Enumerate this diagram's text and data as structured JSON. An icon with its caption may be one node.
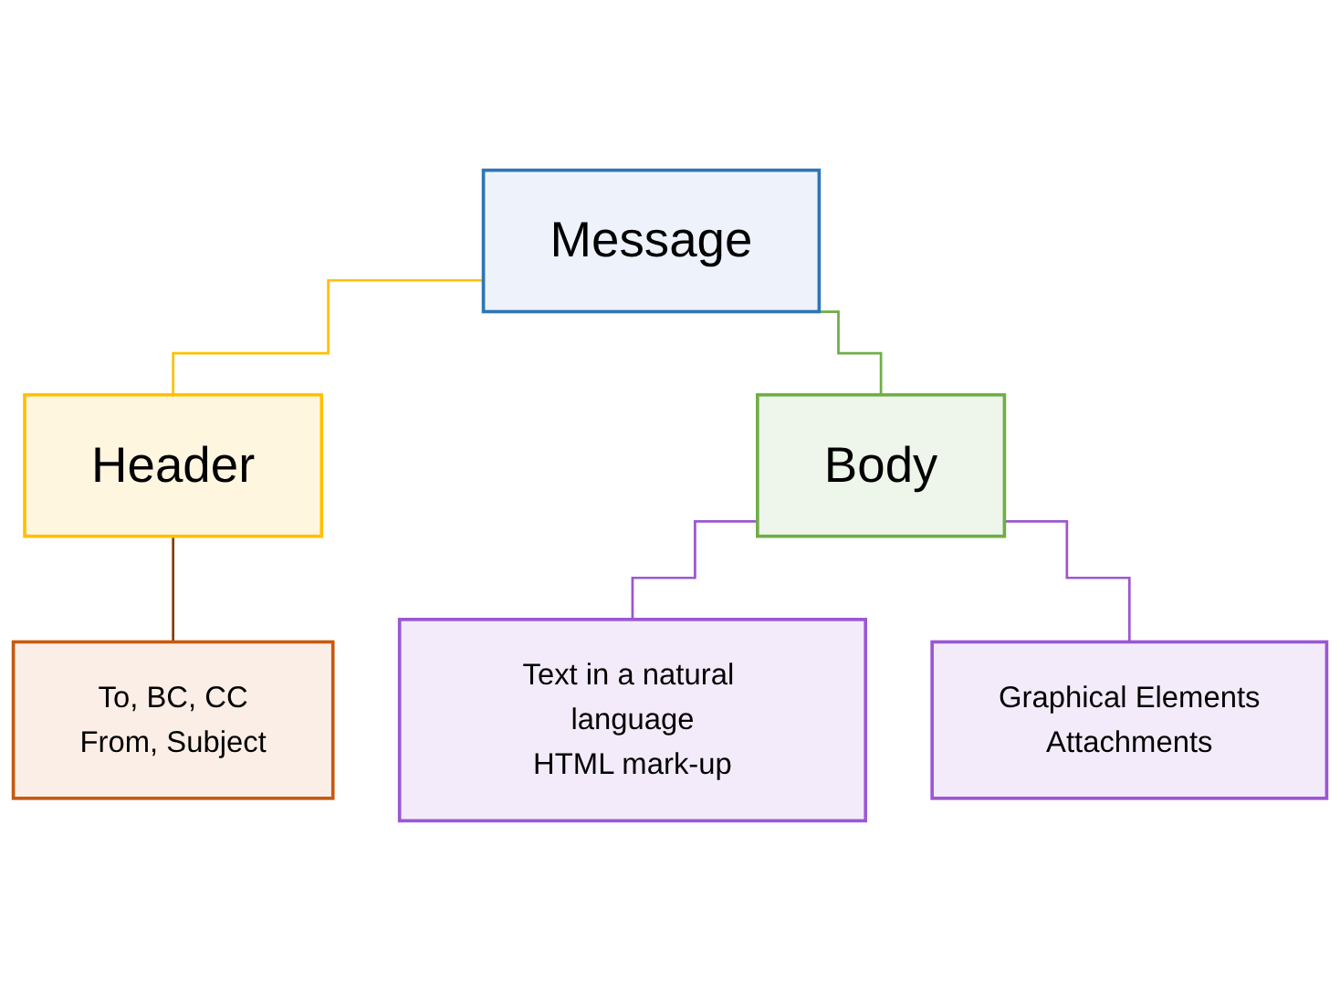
{
  "diagram": {
    "nodes": [
      {
        "text": [
          "Message"
        ]
      },
      {
        "text": [
          "Header"
        ]
      },
      {
        "text": [
          "Body"
        ]
      },
      {
        "text": [
          "To, BC, CC",
          "From, Subject"
        ]
      },
      {
        "text": [
          "Text in a natural language",
          "HTML mark-up"
        ]
      },
      {
        "text": [
          "Graphical Elements",
          "Attachments"
        ]
      }
    ],
    "edges": [
      {
        "from": 0,
        "to": 1,
        "arrow": "none",
        "color": "#ffc000"
      },
      {
        "from": 0,
        "to": 2,
        "arrow": "none",
        "color": "#70ad47"
      },
      {
        "from": 1,
        "to": 3,
        "arrow": "none",
        "color": "#843c0c"
      },
      {
        "from": 2,
        "to": 4,
        "arrow": "none",
        "color": "#9b57d3"
      },
      {
        "from": 2,
        "to": 5,
        "arrow": "none",
        "color": "#9b57d3"
      }
    ]
  }
}
